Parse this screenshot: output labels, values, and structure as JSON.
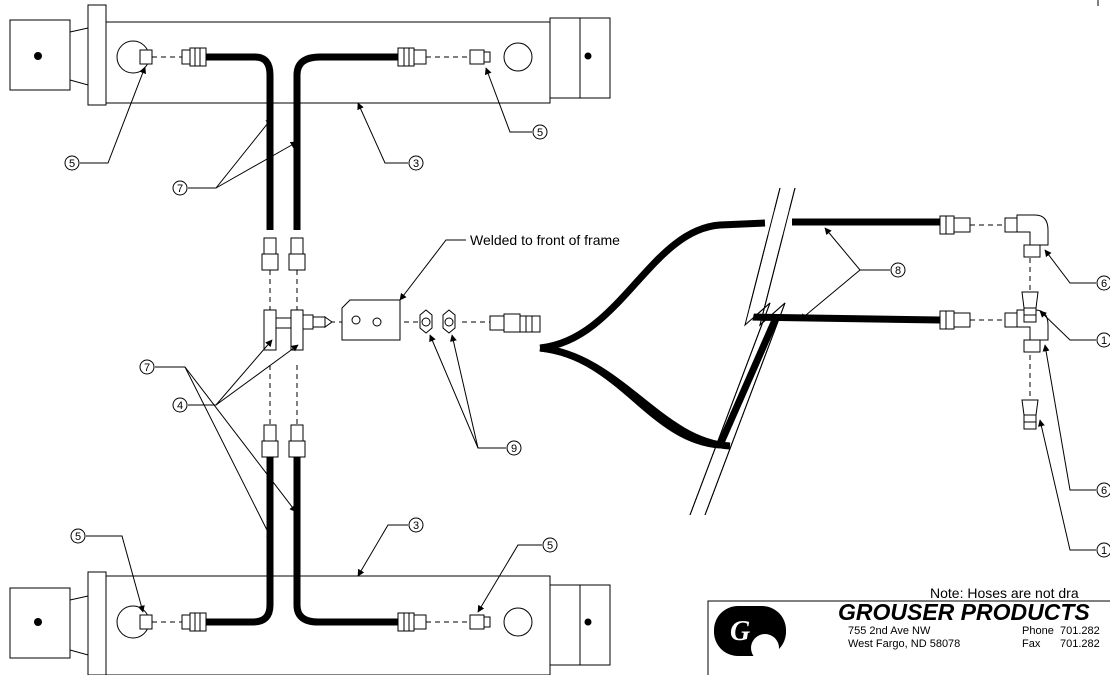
{
  "callouts": {
    "c1": "1",
    "c3": "3",
    "c4": "4",
    "c5": "5",
    "c6": "6",
    "c7": "7",
    "c8": "8",
    "c9": "9"
  },
  "annotations": {
    "welded": "Welded to front of frame",
    "note": "Note: Hoses are not dra"
  },
  "company": {
    "name": "GROUSER PRODUCTS",
    "street": "755  2nd Ave NW",
    "city": "West Fargo, ND  58078",
    "phone_label": "Phone",
    "phone": "701.282",
    "fax_label": "Fax",
    "fax": "701.282",
    "logo_letter": "G"
  }
}
